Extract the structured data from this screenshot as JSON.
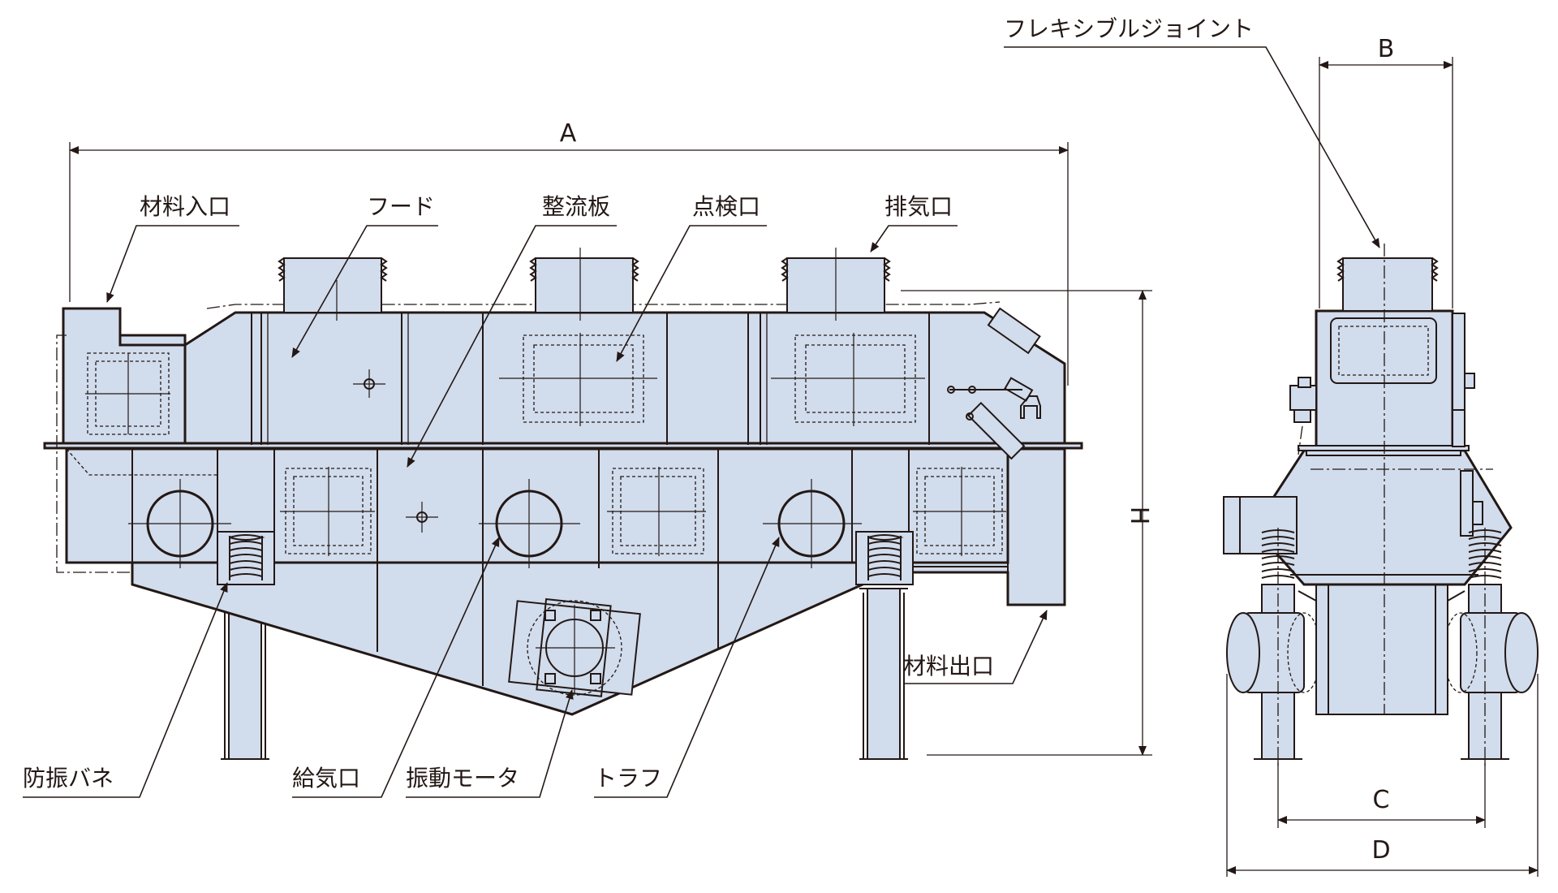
{
  "labels": {
    "inlet": "材料入口",
    "hood": "フード",
    "baffle": "整流板",
    "inspection": "点検口",
    "exhaust": "排気口",
    "flex_joint": "フレキシブルジョイント",
    "outlet": "材料出口",
    "spring": "防振バネ",
    "air_inlet": "給気口",
    "motor": "振動モータ",
    "trough": "トラフ"
  },
  "dimensions": {
    "A": "A",
    "B": "B",
    "C": "C",
    "D": "D",
    "H": "H"
  },
  "colors": {
    "body_fill": "#d1dcec",
    "line": "#231815",
    "background": "#ffffff"
  }
}
